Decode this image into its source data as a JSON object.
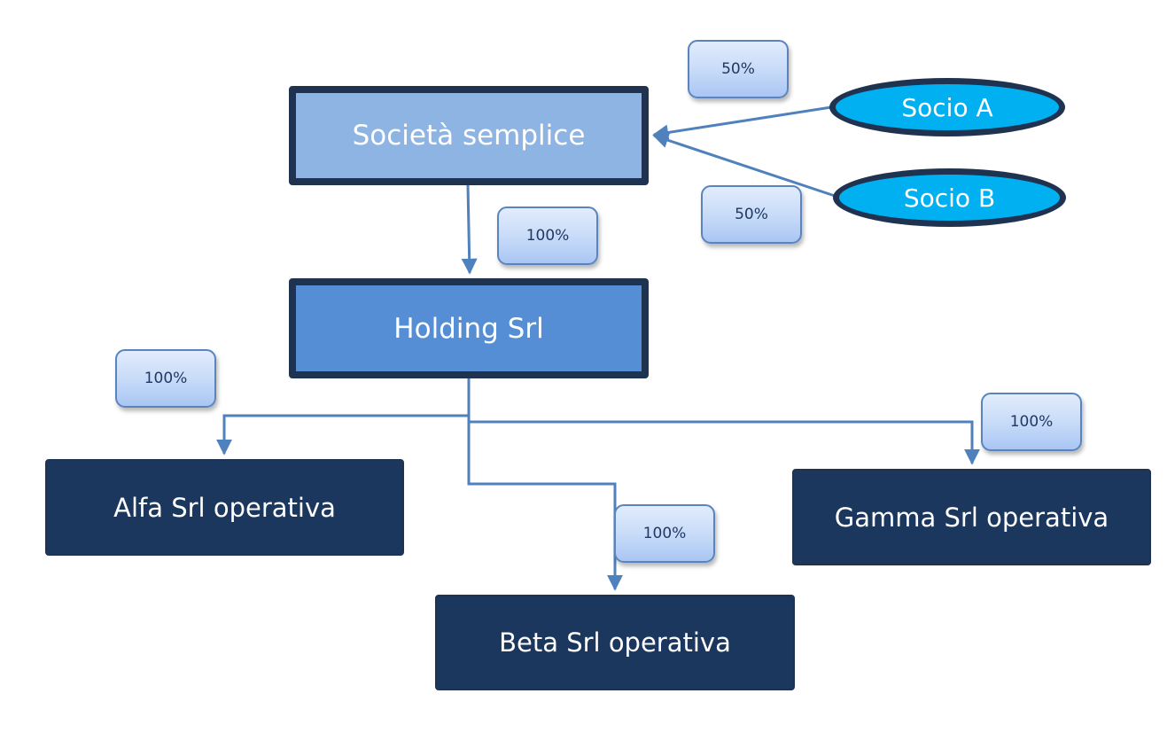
{
  "diagram": {
    "type": "ownership-structure",
    "colors": {
      "connector": "#4f81bd",
      "node_border": "#1f3350",
      "societa_fill": "#8eb4e3",
      "holding_fill": "#558ed5",
      "operativa_fill": "#1b375d",
      "socio_fill": "#00b0f0",
      "label_text": "#1f3864"
    },
    "nodes": {
      "societa": {
        "label": "Società semplice"
      },
      "holding": {
        "label": "Holding Srl"
      },
      "alfa": {
        "label": "Alfa Srl operativa"
      },
      "beta": {
        "label": "Beta Srl operativa"
      },
      "gamma": {
        "label": "Gamma Srl operativa"
      },
      "socio_a": {
        "label": "Socio A"
      },
      "socio_b": {
        "label": "Socio B"
      }
    },
    "ownership_labels": {
      "socio_a_to_societa": "50%",
      "socio_b_to_societa": "50%",
      "societa_to_holding": "100%",
      "holding_to_alfa": "100%",
      "holding_to_gamma": "100%",
      "holding_to_beta": "100%"
    },
    "edges": [
      {
        "from": "Socio A",
        "to": "Società semplice",
        "share": "50%"
      },
      {
        "from": "Socio B",
        "to": "Società semplice",
        "share": "50%"
      },
      {
        "from": "Società semplice",
        "to": "Holding Srl",
        "share": "100%"
      },
      {
        "from": "Holding Srl",
        "to": "Alfa Srl operativa",
        "share": "100%"
      },
      {
        "from": "Holding Srl",
        "to": "Beta Srl operativa",
        "share": "100%"
      },
      {
        "from": "Holding Srl",
        "to": "Gamma Srl operativa",
        "share": "100%"
      }
    ]
  }
}
